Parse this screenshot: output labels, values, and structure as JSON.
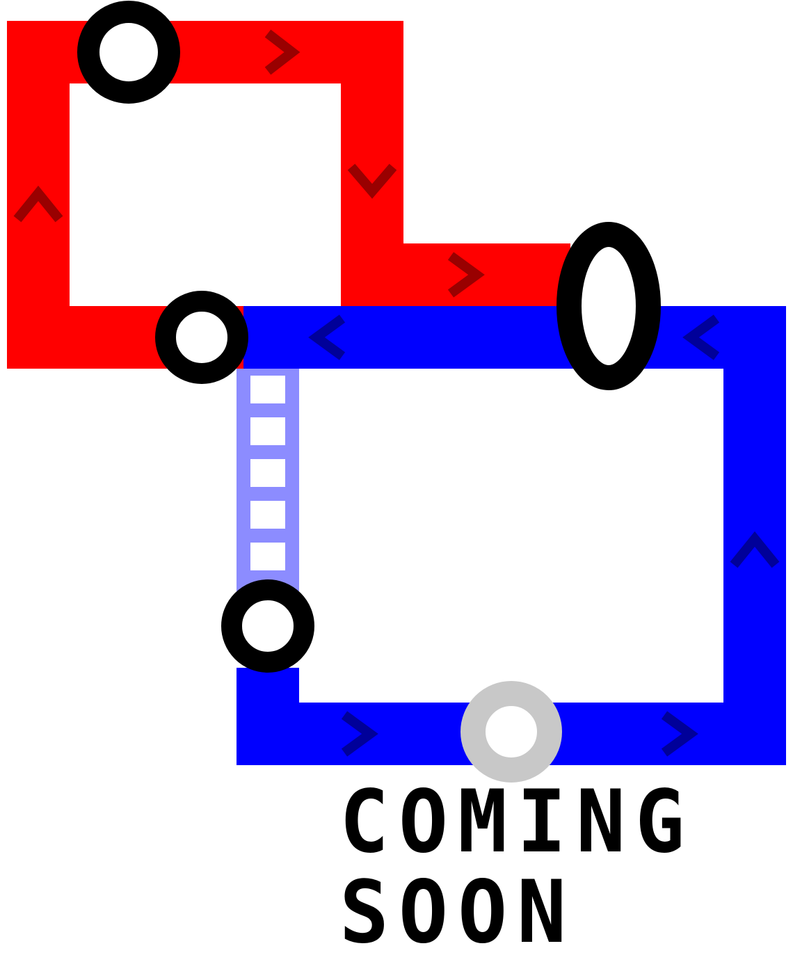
{
  "map": {
    "routes": [
      {
        "name": "red",
        "color": "#ff0000",
        "arrow_color": "#990000"
      },
      {
        "name": "blue",
        "color": "#0000ff",
        "arrow_color": "#000099"
      }
    ],
    "ladder_color": "#8c8cff",
    "node_color": "#000000",
    "locked_node_color": "#c8c8c8"
  },
  "status": {
    "line1": "COMING",
    "line2": "SOON"
  }
}
